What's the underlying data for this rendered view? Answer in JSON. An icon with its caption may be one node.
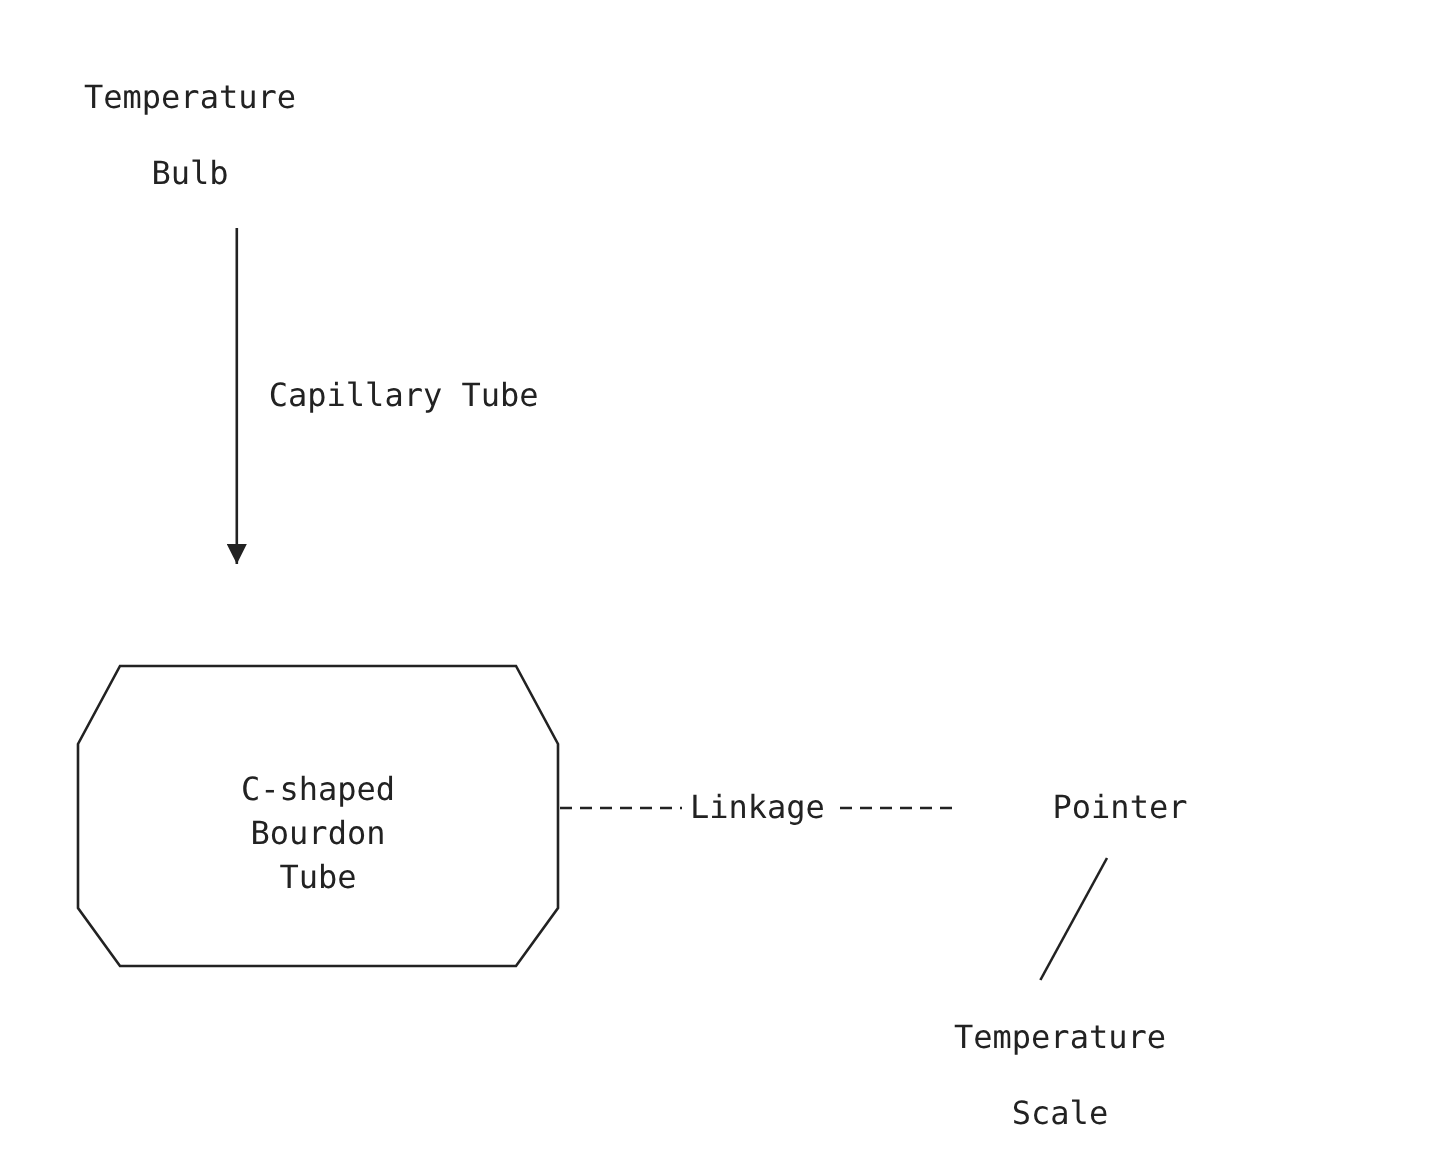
{
  "diagram": {
    "nodes": [
      {
        "text": [
          "Temperature Bulb"
        ]
      },
      {
        "text": [
          "C-shaped Bourdon Tube"
        ]
      },
      {
        "text": [
          "Pointer"
        ]
      },
      {
        "text": [
          "Temperature Scale"
        ]
      }
    ],
    "edges": [
      {
        "from": 0,
        "to": 1,
        "arrow": "to",
        "label": "Capillary Tube"
      },
      {
        "from": 1,
        "to": 2,
        "arrow": "none",
        "label": "Linkage",
        "style": "dashed"
      },
      {
        "from": 2,
        "to": 3,
        "arrow": "none"
      }
    ]
  }
}
